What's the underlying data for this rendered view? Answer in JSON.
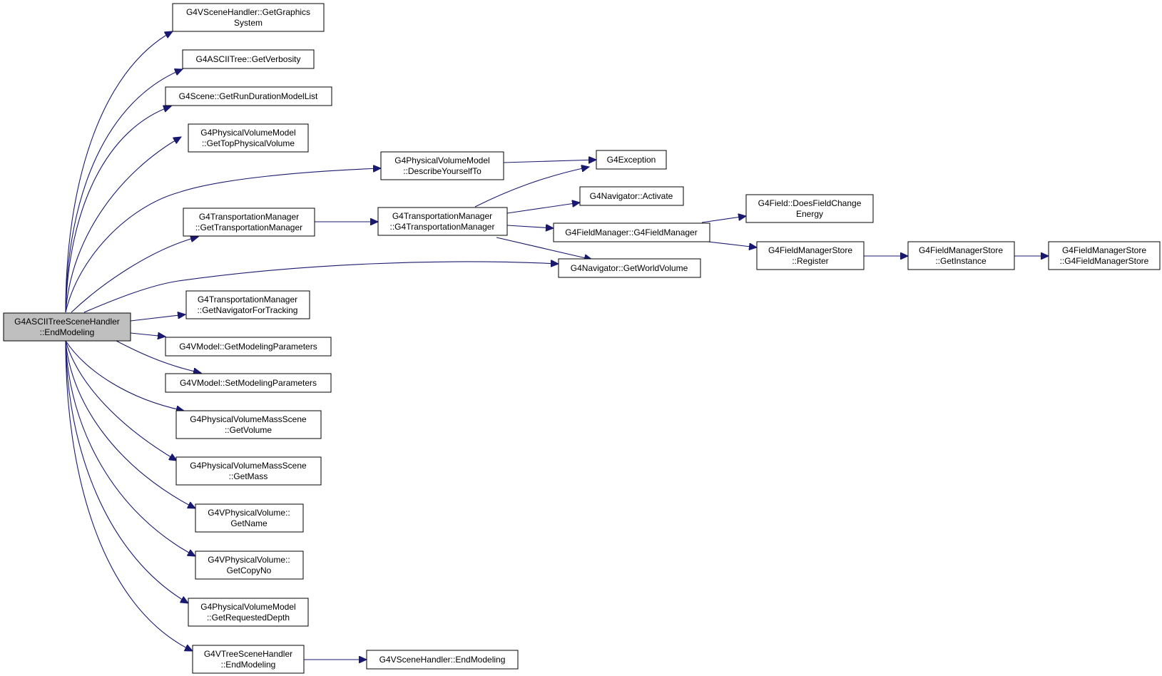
{
  "graph": {
    "colors": {
      "edge": "#191970",
      "node_fill": "#ffffff",
      "root_fill": "#bfbfbf",
      "border": "#000000"
    },
    "nodes": {
      "root": {
        "lines": [
          "G4ASCIITreeSceneHandler",
          "::EndModeling"
        ],
        "root": true
      },
      "getGraphicsSystem": {
        "lines": [
          "G4VSceneHandler::GetGraphics",
          "System"
        ]
      },
      "getVerbosity": {
        "lines": [
          "G4ASCIITree::GetVerbosity"
        ]
      },
      "getRunDuration": {
        "lines": [
          "G4Scene::GetRunDurationModelList"
        ]
      },
      "getTopPV": {
        "lines": [
          "G4PhysicalVolumeModel",
          "::GetTopPhysicalVolume"
        ]
      },
      "describeYourself": {
        "lines": [
          "G4PhysicalVolumeModel",
          "::DescribeYourselfTo"
        ]
      },
      "g4exception": {
        "lines": [
          "G4Exception"
        ]
      },
      "getTransportationManager": {
        "lines": [
          "G4TransportationManager",
          "::GetTransportationManager"
        ]
      },
      "transportationManagerCtor": {
        "lines": [
          "G4TransportationManager",
          "::G4TransportationManager"
        ]
      },
      "navActivate": {
        "lines": [
          "G4Navigator::Activate"
        ]
      },
      "fieldManagerCtor": {
        "lines": [
          "G4FieldManager::G4FieldManager"
        ]
      },
      "doesFieldChangeEnergy": {
        "lines": [
          "G4Field::DoesFieldChange",
          "Energy"
        ]
      },
      "fmsRegister": {
        "lines": [
          "G4FieldManagerStore",
          "::Register"
        ]
      },
      "fmsGetInstance": {
        "lines": [
          "G4FieldManagerStore",
          "::GetInstance"
        ]
      },
      "fmsCtor": {
        "lines": [
          "G4FieldManagerStore",
          "::G4FieldManagerStore"
        ]
      },
      "getWorldVolume": {
        "lines": [
          "G4Navigator::GetWorldVolume"
        ]
      },
      "getNavForTracking": {
        "lines": [
          "G4TransportationManager",
          "::GetNavigatorForTracking"
        ]
      },
      "getModelingParams": {
        "lines": [
          "G4VModel::GetModelingParameters"
        ]
      },
      "setModelingParams": {
        "lines": [
          "G4VModel::SetModelingParameters"
        ]
      },
      "pvmsGetVolume": {
        "lines": [
          "G4PhysicalVolumeMassScene",
          "::GetVolume"
        ]
      },
      "pvmsGetMass": {
        "lines": [
          "G4PhysicalVolumeMassScene",
          "::GetMass"
        ]
      },
      "vpvGetName": {
        "lines": [
          "G4VPhysicalVolume::",
          "GetName"
        ]
      },
      "vpvGetCopyNo": {
        "lines": [
          "G4VPhysicalVolume::",
          "GetCopyNo"
        ]
      },
      "getRequestedDepth": {
        "lines": [
          "G4PhysicalVolumeModel",
          "::GetRequestedDepth"
        ]
      },
      "vtreeEndModeling": {
        "lines": [
          "G4VTreeSceneHandler",
          "::EndModeling"
        ]
      },
      "vsceneEndModeling": {
        "lines": [
          "G4VSceneHandler::EndModeling"
        ]
      }
    }
  }
}
